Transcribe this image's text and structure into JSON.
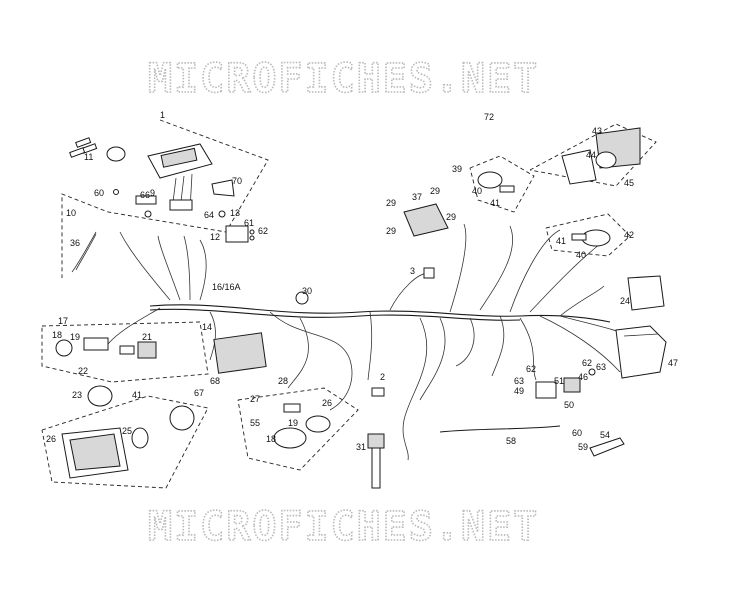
{
  "watermark": {
    "top": "MICROFICHES.NET",
    "bottom": "MICROFICHES.NET"
  },
  "diagram_ref": "72",
  "callouts": {
    "c1": "1",
    "c11": "11",
    "c9": "9",
    "c70": "70",
    "c60": "60",
    "c66": "66",
    "c10": "10",
    "c64": "64",
    "c13": "13",
    "c61": "61",
    "c62a": "62",
    "c12": "12",
    "c36": "36",
    "c1616a": "16/16A",
    "c30": "30",
    "c17": "17",
    "c18a": "18",
    "c19a": "19",
    "c14": "14",
    "c21": "21",
    "c22": "22",
    "c23": "23",
    "c41a": "41",
    "c68": "68",
    "c67": "67",
    "c26a": "26",
    "c25": "25",
    "c28": "28",
    "c27": "27",
    "c26b": "26",
    "c55": "55",
    "c19b": "19",
    "c18b": "18",
    "c2": "2",
    "c31": "31",
    "c3": "3",
    "c29a": "29",
    "c37": "37",
    "c29b": "29",
    "c29c": "29",
    "c29d": "29",
    "c39": "39",
    "c40a": "40",
    "c41b": "41",
    "c43": "43",
    "c44": "44",
    "c45": "45",
    "c41c": "41",
    "c42": "42",
    "c40b": "40",
    "c24": "24",
    "c47": "47",
    "c62b": "62",
    "c63a": "63",
    "c62c": "62",
    "c63b": "63",
    "c51": "51",
    "c49": "49",
    "c46": "46",
    "c50": "50",
    "c58": "58",
    "c60b": "60",
    "c59": "59",
    "c54": "54"
  }
}
